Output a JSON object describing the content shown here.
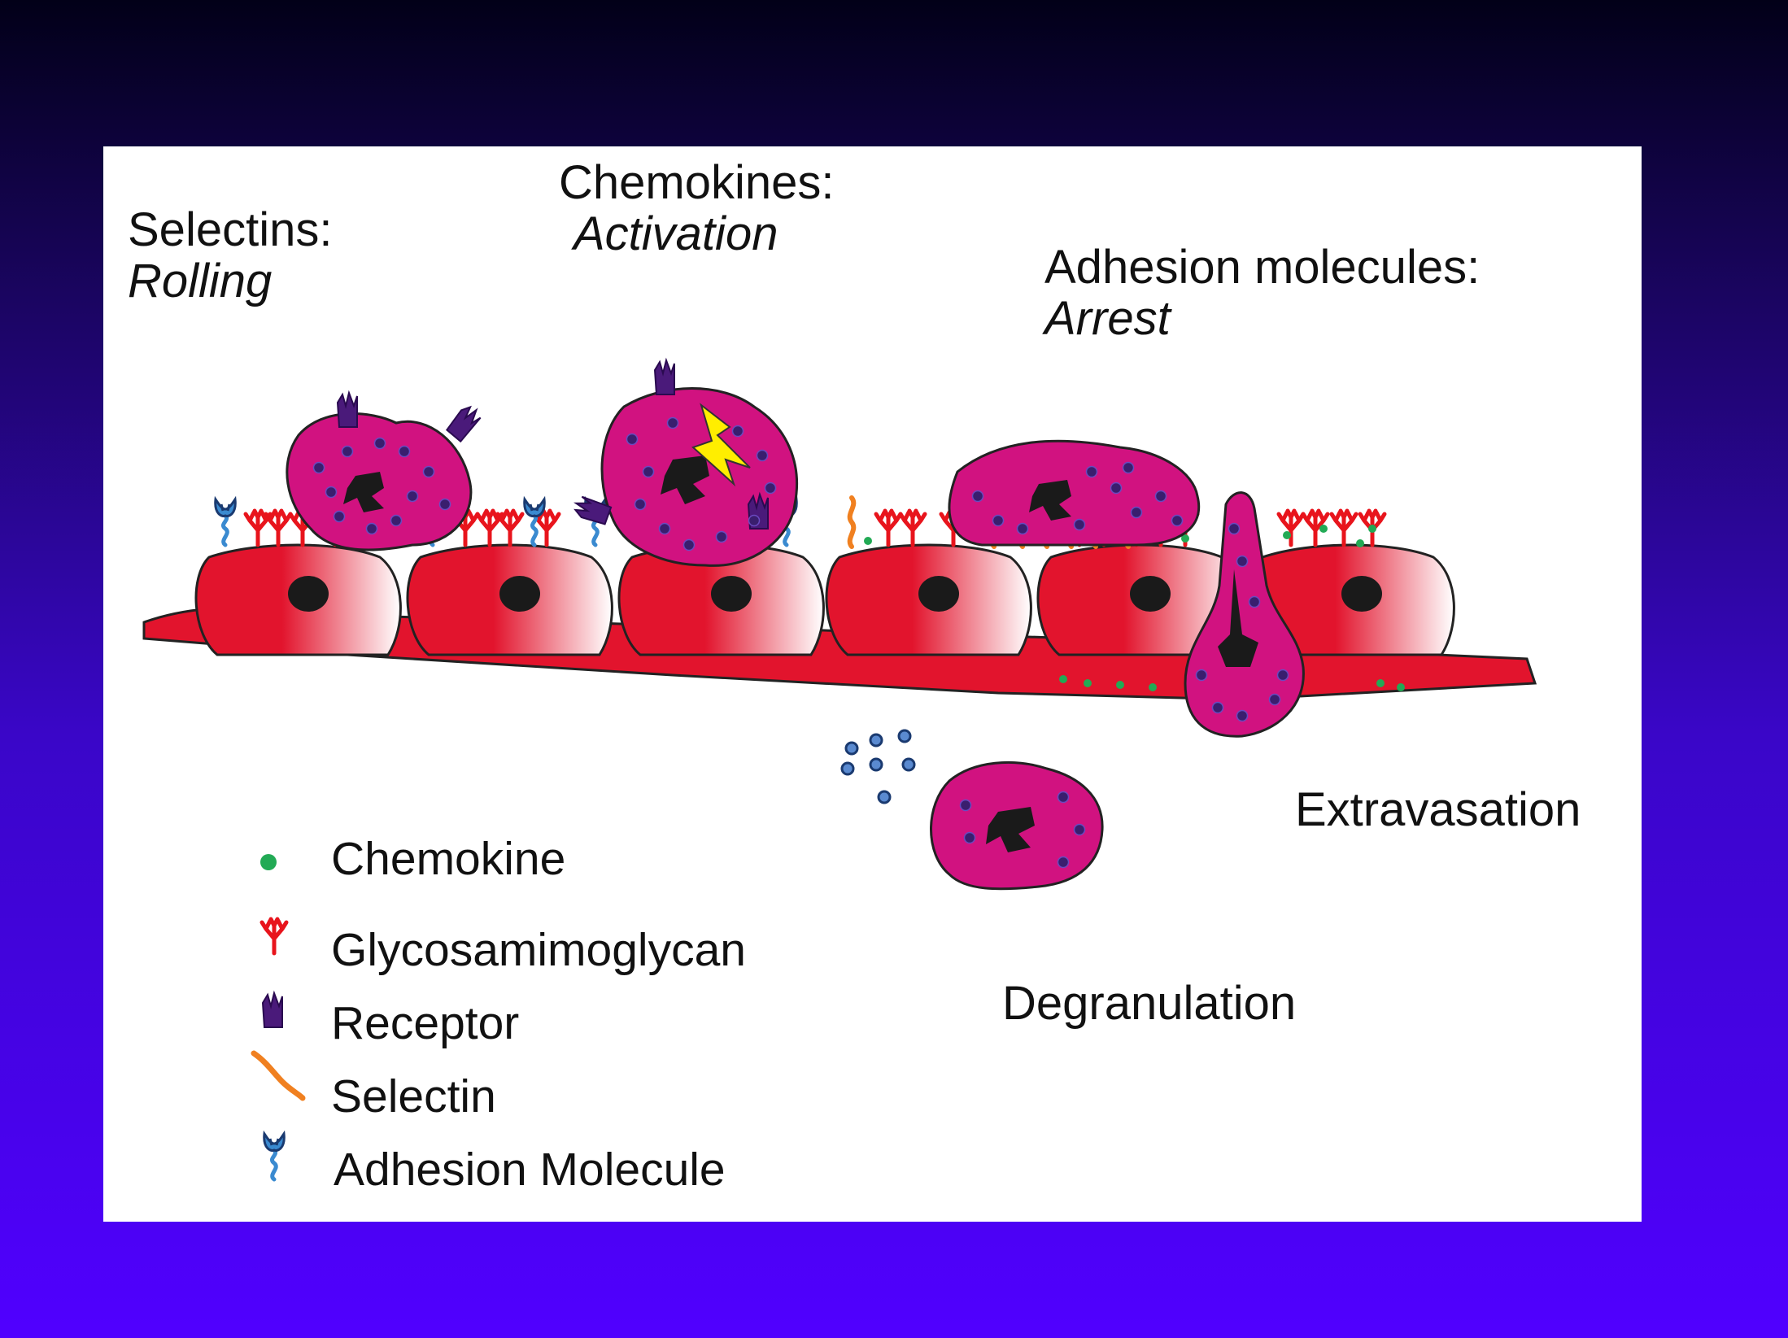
{
  "stages": {
    "selectins": {
      "title": "Selectins:",
      "sub": "Rolling"
    },
    "chemokines": {
      "title": "Chemokines:",
      "sub": "Activation"
    },
    "adhesion": {
      "title": "Adhesion molecules:",
      "sub": "Arrest"
    },
    "extravasation": "Extravasation",
    "degranulation": "Degranulation"
  },
  "legend": {
    "chemokine": "Chemokine",
    "gag": "Glycosamimoglycan",
    "receptor": "Receptor",
    "selectin": "Selectin",
    "adhesion": "Adhesion Molecule"
  },
  "colors": {
    "background_top": "#020018",
    "background_bottom": "#5000ff",
    "endothelium": "#e2142d",
    "leukocyte": "#d11280",
    "granule": "#3a1e6e",
    "chemokine": "#22aa55",
    "gag": "#e8141c",
    "receptor": "#4a1a7a",
    "selectin": "#f08020",
    "adhesion": "#3a8ad0",
    "lightning": "#ffee00"
  }
}
